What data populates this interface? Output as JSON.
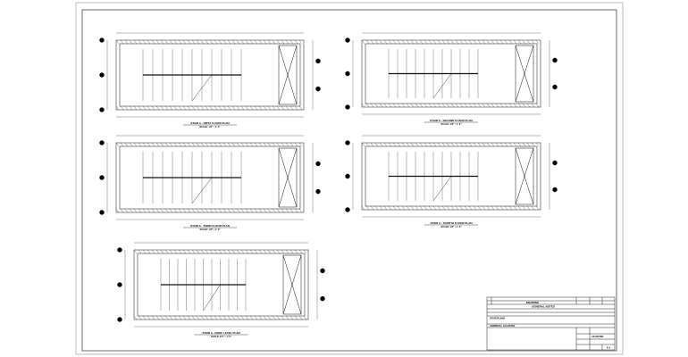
{
  "sheet": {
    "plans": [
      {
        "title": "STAIR A - FIRST FLOOR PLAN",
        "scale": "SCALE: 1/4\" = 1'-0\""
      },
      {
        "title": "STAIR A - SECOND FLOOR PLAN",
        "scale": "SCALE: 1/4\" = 1'-0\""
      },
      {
        "title": "STAIR A - THIRD FLOOR PLAN",
        "scale": "SCALE: 1/4\" = 1'-0\""
      },
      {
        "title": "STAIR A - FOURTH FLOOR PLAN",
        "scale": "SCALE: 1/4\" = 1'-0\""
      },
      {
        "title": "STAIR A - ROOF LEVEL PLAN",
        "scale": "SCALE: 1/4\" = 1'-0\""
      }
    ],
    "title_block": {
      "drawing_label": "DRAWING",
      "sheet_title": "GENERAL NOTES",
      "project": "STAIR PLANS",
      "address": "ADDRESS / LOCATION",
      "scale": "AS NOTED",
      "sheet_no": "A-1"
    }
  }
}
